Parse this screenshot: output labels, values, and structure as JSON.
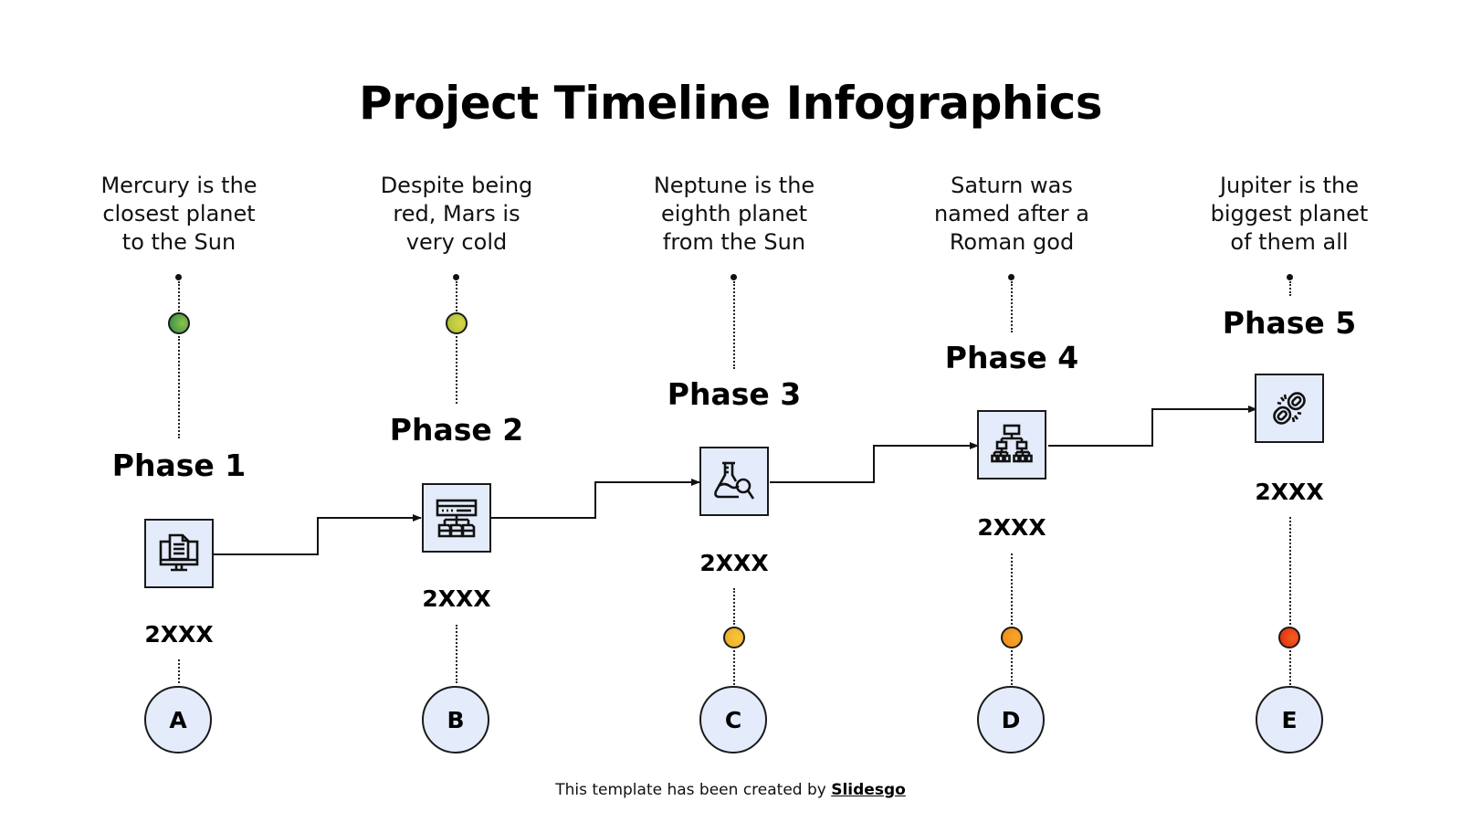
{
  "title": "Project Timeline Infographics",
  "phases": [
    {
      "label": "Phase 1",
      "description": [
        "Mercury is the",
        "closest planet",
        "to the Sun"
      ],
      "year": "2XXX",
      "letter": "A",
      "icon": "computer-document-icon",
      "dot_color": "#3f9b4a",
      "dot_position": "top"
    },
    {
      "label": "Phase 2",
      "description": [
        "Despite being",
        "red, Mars is",
        "very cold"
      ],
      "year": "2XXX",
      "letter": "B",
      "icon": "server-network-icon",
      "dot_color": "#b5c63a",
      "dot_position": "top"
    },
    {
      "label": "Phase 3",
      "description": [
        "Neptune is the",
        "eighth planet",
        "from the Sun"
      ],
      "year": "2XXX",
      "letter": "C",
      "icon": "flask-search-icon",
      "dot_color": "#f0b32e",
      "dot_position": "bottom"
    },
    {
      "label": "Phase 4",
      "description": [
        "Saturn was",
        "named after a",
        "Roman god"
      ],
      "year": "2XXX",
      "letter": "D",
      "icon": "hierarchy-icon",
      "dot_color": "#f59a1e",
      "dot_position": "bottom"
    },
    {
      "label": "Phase 5",
      "description": [
        "Jupiter is the",
        "biggest planet",
        "of them all"
      ],
      "year": "2XXX",
      "letter": "E",
      "icon": "broken-link-icon",
      "dot_color": "#ee3a12",
      "dot_position": "bottom"
    }
  ],
  "colors": {
    "box_fill": "#e4ecfb",
    "stroke": "#1a1a1a"
  },
  "footer": {
    "text": "This template has been created by ",
    "link": "Slidesgo"
  }
}
